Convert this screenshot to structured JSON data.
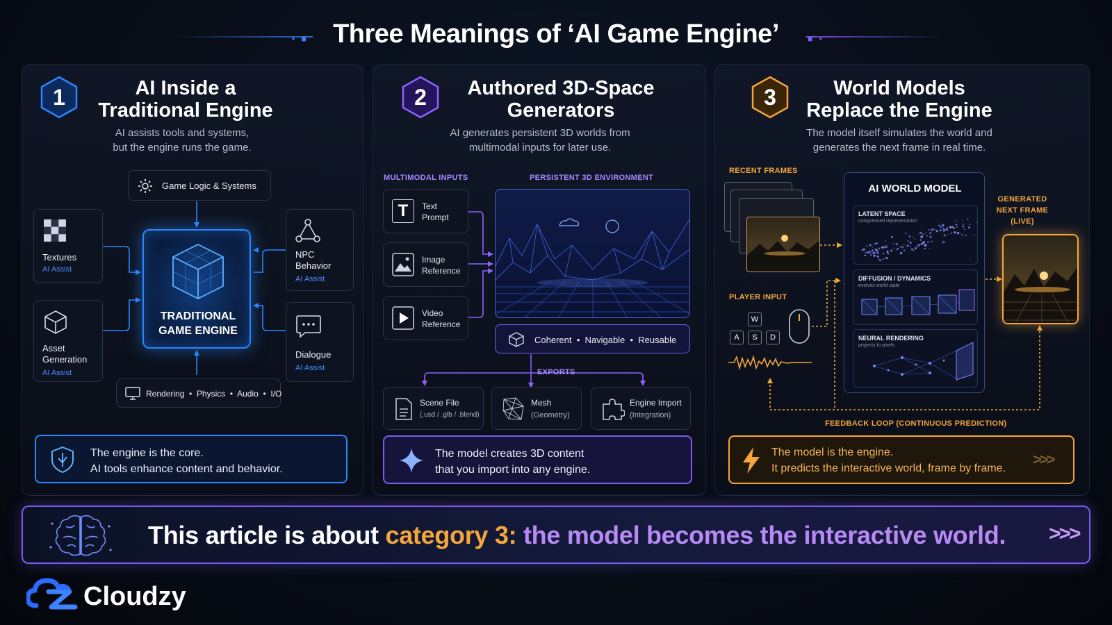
{
  "title": "Three Meanings of ‘AI Game Engine’",
  "colors": {
    "blue": "#2b86ff",
    "purple": "#7a5cf0",
    "orange": "#f5a63a",
    "bg": "#070b14"
  },
  "panel1": {
    "number": "1",
    "title_line1": "AI Inside a",
    "title_line2": "Traditional Engine",
    "sub_line1": "AI assists tools and systems,",
    "sub_line2": "but the engine runs the game.",
    "top_box": {
      "icon": "gear-icon",
      "label": "Game Logic & Systems"
    },
    "core_line1": "TRADITIONAL",
    "core_line2": "GAME ENGINE",
    "textures": {
      "icon": "checker-icon",
      "label": "Textures",
      "sub": "AI Assist"
    },
    "asset_gen": {
      "icon": "cube-icon",
      "label_line1": "Asset",
      "label_line2": "Generation",
      "sub": "AI Assist"
    },
    "npc": {
      "icon": "node-graph-icon",
      "label_line1": "NPC",
      "label_line2": "Behavior",
      "sub": "AI Assist"
    },
    "dialogue": {
      "icon": "chat-bubble-icon",
      "label": "Dialogue",
      "sub": "AI Assist"
    },
    "bottom_box": {
      "icon": "monitor-icon",
      "label": "Rendering  •  Physics  •  Audio  •  I/O"
    },
    "callout_line1": "The engine is the core.",
    "callout_line2": "AI tools enhance content and behavior."
  },
  "panel2": {
    "number": "2",
    "title_line1": "Authored 3D-Space",
    "title_line2": "Generators",
    "sub_line1": "AI generates persistent 3D worlds from",
    "sub_line2": "multimodal inputs for later use.",
    "inputs_label": "MULTIMODAL INPUTS",
    "env_label": "PERSISTENT 3D ENVIRONMENT",
    "inputs": [
      {
        "icon": "text-icon",
        "glyph": "T",
        "line1": "Text",
        "line2": "Prompt"
      },
      {
        "icon": "image-icon",
        "line1": "Image",
        "line2": "Reference"
      },
      {
        "icon": "play-icon",
        "line1": "Video",
        "line2": "Reference"
      }
    ],
    "env_props": "Coherent  •  Navigable  •  Reusable",
    "exports_label": "EXPORTS",
    "exports": [
      {
        "icon": "file-icon",
        "line1": "Scene File",
        "line2": "(.usd / .glb / .blend)"
      },
      {
        "icon": "mesh-icon",
        "line1": "Mesh",
        "line2": "(Geometry)"
      },
      {
        "icon": "puzzle-icon",
        "line1": "Engine Import",
        "line2": "(Integration)"
      }
    ],
    "callout_line1": "The model creates 3D content",
    "callout_line2": "that you import into any engine."
  },
  "panel3": {
    "number": "3",
    "title_line1": "World Models",
    "title_line2": "Replace the Engine",
    "sub_line1": "The model itself simulates the world and",
    "sub_line2": "generates the next frame in real time.",
    "recent_label": "RECENT FRAMES",
    "player_label": "PLAYER INPUT",
    "keys": [
      "W",
      "A",
      "S",
      "D"
    ],
    "wm_title": "AI WORLD MODEL",
    "latent_title": "LATENT SPACE",
    "latent_sub": "compressed representation",
    "diff_title": "DIFFUSION / DYNAMICS",
    "diff_sub": "evolves world state",
    "neural_title": "NEURAL RENDERING",
    "neural_sub": "projects to pixels",
    "gen_line1": "GENERATED",
    "gen_line2": "NEXT FRAME",
    "gen_line3": "(LIVE)",
    "feedback": "FEEDBACK LOOP (CONTINUOUS PREDICTION)",
    "callout_line1": "The model is the engine.",
    "callout_line2": "It predicts the interactive world, frame by frame."
  },
  "banner": {
    "icon": "brain-circuit-icon",
    "part1": "This article is about ",
    "part2": "category 3: ",
    "part3": "the model becomes the interactive world."
  },
  "logo": {
    "icon": "cloudzy-logo-icon",
    "text": "Cloudzy"
  }
}
